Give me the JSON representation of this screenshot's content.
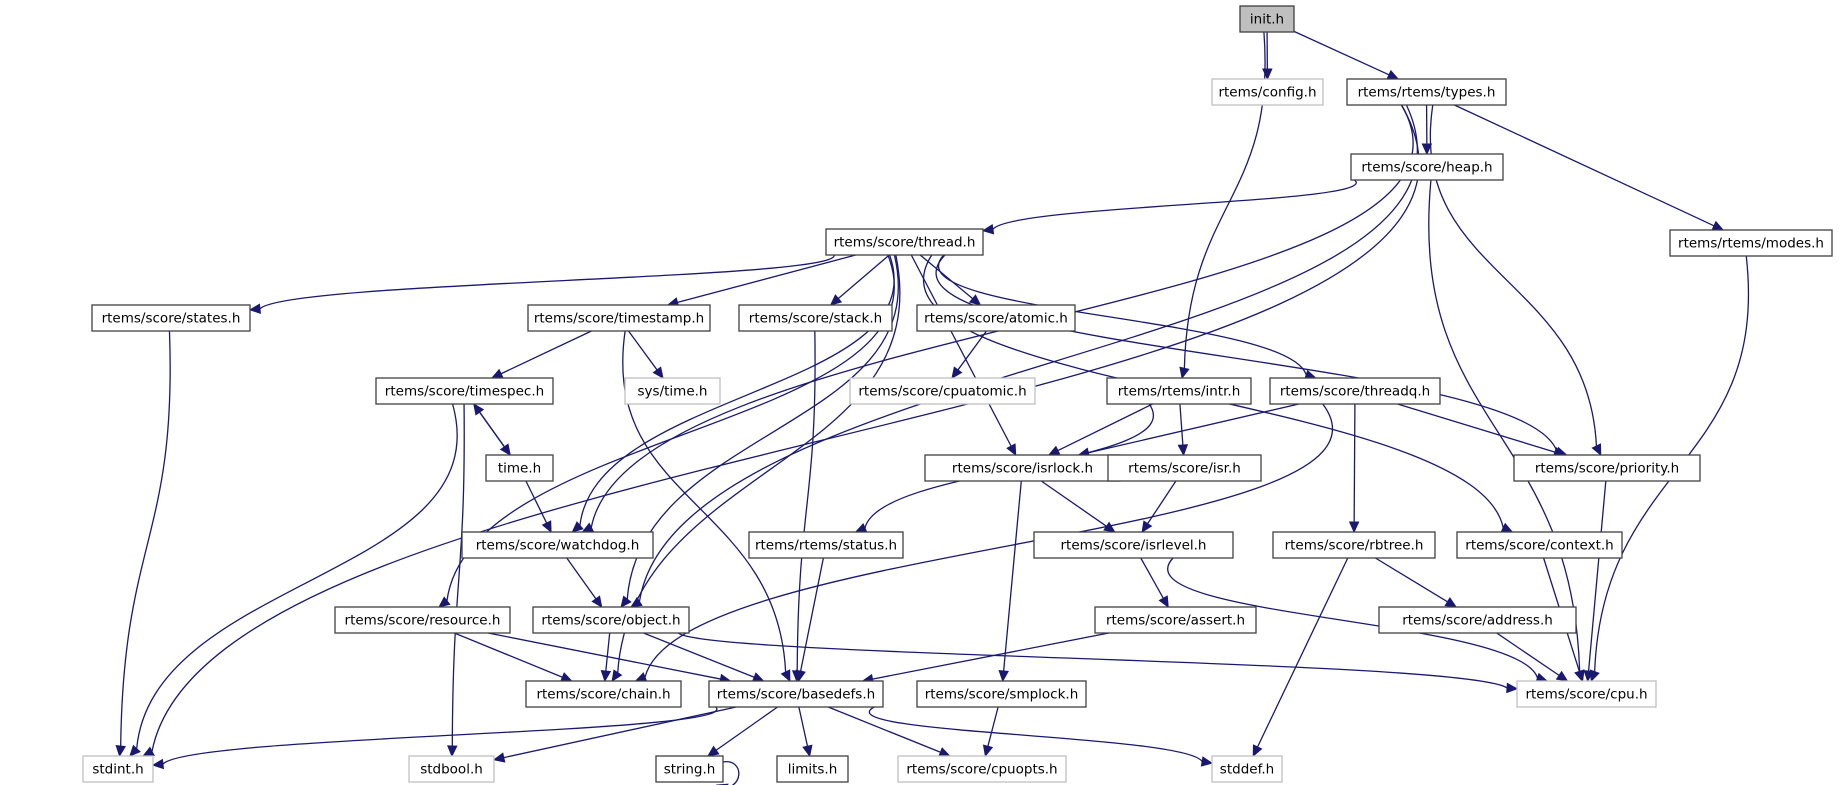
{
  "diagram": {
    "type": "include-dependency-graph",
    "root": "init.h",
    "colors": {
      "edge": "#191970",
      "internal_border": "#404040",
      "external_border": "#bfbfbf",
      "root_fill": "#bfbfbf"
    },
    "nodes": [
      {
        "id": "init",
        "label": "init.h",
        "kind": "root"
      },
      {
        "id": "config",
        "label": "rtems/config.h",
        "kind": "external"
      },
      {
        "id": "types",
        "label": "rtems/rtems/types.h",
        "kind": "internal"
      },
      {
        "id": "heap",
        "label": "rtems/score/heap.h",
        "kind": "internal"
      },
      {
        "id": "modes",
        "label": "rtems/rtems/modes.h",
        "kind": "internal"
      },
      {
        "id": "thread",
        "label": "rtems/score/thread.h",
        "kind": "internal"
      },
      {
        "id": "states",
        "label": "rtems/score/states.h",
        "kind": "internal"
      },
      {
        "id": "timestamp",
        "label": "rtems/score/timestamp.h",
        "kind": "internal"
      },
      {
        "id": "stack",
        "label": "rtems/score/stack.h",
        "kind": "internal"
      },
      {
        "id": "atomic",
        "label": "rtems/score/atomic.h",
        "kind": "internal"
      },
      {
        "id": "timespec",
        "label": "rtems/score/timespec.h",
        "kind": "internal"
      },
      {
        "id": "systime",
        "label": "sys/time.h",
        "kind": "external"
      },
      {
        "id": "cpuatomic",
        "label": "rtems/score/cpuatomic.h",
        "kind": "external"
      },
      {
        "id": "intr",
        "label": "rtems/rtems/intr.h",
        "kind": "internal"
      },
      {
        "id": "threadq",
        "label": "rtems/score/threadq.h",
        "kind": "internal"
      },
      {
        "id": "time",
        "label": "time.h",
        "kind": "internal"
      },
      {
        "id": "isrlock",
        "label": "rtems/score/isrlock.h",
        "kind": "internal"
      },
      {
        "id": "isr",
        "label": "rtems/score/isr.h",
        "kind": "internal"
      },
      {
        "id": "priority",
        "label": "rtems/score/priority.h",
        "kind": "internal"
      },
      {
        "id": "watchdog",
        "label": "rtems/score/watchdog.h",
        "kind": "internal"
      },
      {
        "id": "status",
        "label": "rtems/rtems/status.h",
        "kind": "internal"
      },
      {
        "id": "isrlevel",
        "label": "rtems/score/isrlevel.h",
        "kind": "internal"
      },
      {
        "id": "rbtree",
        "label": "rtems/score/rbtree.h",
        "kind": "internal"
      },
      {
        "id": "context",
        "label": "rtems/score/context.h",
        "kind": "internal"
      },
      {
        "id": "resource",
        "label": "rtems/score/resource.h",
        "kind": "internal"
      },
      {
        "id": "object",
        "label": "rtems/score/object.h",
        "kind": "internal"
      },
      {
        "id": "assert",
        "label": "rtems/score/assert.h",
        "kind": "internal"
      },
      {
        "id": "address",
        "label": "rtems/score/address.h",
        "kind": "internal"
      },
      {
        "id": "chain",
        "label": "rtems/score/chain.h",
        "kind": "internal"
      },
      {
        "id": "basedefs",
        "label": "rtems/score/basedefs.h",
        "kind": "internal"
      },
      {
        "id": "smplock",
        "label": "rtems/score/smplock.h",
        "kind": "internal"
      },
      {
        "id": "cpu",
        "label": "rtems/score/cpu.h",
        "kind": "external"
      },
      {
        "id": "stdint",
        "label": "stdint.h",
        "kind": "external"
      },
      {
        "id": "stdbool",
        "label": "stdbool.h",
        "kind": "external"
      },
      {
        "id": "string",
        "label": "string.h",
        "kind": "internal"
      },
      {
        "id": "limits",
        "label": "limits.h",
        "kind": "internal"
      },
      {
        "id": "cpuopts",
        "label": "rtems/score/cpuopts.h",
        "kind": "external"
      },
      {
        "id": "stddef",
        "label": "stddef.h",
        "kind": "external"
      }
    ],
    "edges": [
      [
        "init",
        "config"
      ],
      [
        "init",
        "types"
      ],
      [
        "init",
        "intr"
      ],
      [
        "types",
        "heap"
      ],
      [
        "types",
        "modes"
      ],
      [
        "types",
        "priority"
      ],
      [
        "types",
        "stdint"
      ],
      [
        "types",
        "object"
      ],
      [
        "types",
        "watchdog"
      ],
      [
        "heap",
        "thread"
      ],
      [
        "heap",
        "cpu"
      ],
      [
        "modes",
        "cpu"
      ],
      [
        "thread",
        "states"
      ],
      [
        "thread",
        "timestamp"
      ],
      [
        "thread",
        "stack"
      ],
      [
        "thread",
        "atomic"
      ],
      [
        "thread",
        "threadq"
      ],
      [
        "thread",
        "isrlock"
      ],
      [
        "thread",
        "priority"
      ],
      [
        "thread",
        "context"
      ],
      [
        "thread",
        "watchdog"
      ],
      [
        "thread",
        "object"
      ],
      [
        "thread",
        "resource"
      ],
      [
        "thread",
        "chain"
      ],
      [
        "states",
        "stdint"
      ],
      [
        "timestamp",
        "timespec"
      ],
      [
        "timestamp",
        "systime"
      ],
      [
        "timestamp",
        "basedefs"
      ],
      [
        "stack",
        "basedefs"
      ],
      [
        "atomic",
        "cpuatomic"
      ],
      [
        "timespec",
        "time"
      ],
      [
        "timespec",
        "stdint"
      ],
      [
        "timespec",
        "stdbool"
      ],
      [
        "time",
        "timespec"
      ],
      [
        "time",
        "watchdog"
      ],
      [
        "intr",
        "isrlock"
      ],
      [
        "intr",
        "isr"
      ],
      [
        "intr",
        "status"
      ],
      [
        "threadq",
        "isrlock"
      ],
      [
        "threadq",
        "priority"
      ],
      [
        "threadq",
        "rbtree"
      ],
      [
        "threadq",
        "chain"
      ],
      [
        "isrlock",
        "isrlevel"
      ],
      [
        "isrlock",
        "smplock"
      ],
      [
        "isr",
        "isrlevel"
      ],
      [
        "priority",
        "cpu"
      ],
      [
        "watchdog",
        "object"
      ],
      [
        "status",
        "basedefs"
      ],
      [
        "isrlevel",
        "assert"
      ],
      [
        "isrlevel",
        "cpu"
      ],
      [
        "rbtree",
        "address"
      ],
      [
        "rbtree",
        "stddef"
      ],
      [
        "context",
        "cpu"
      ],
      [
        "resource",
        "chain"
      ],
      [
        "resource",
        "basedefs"
      ],
      [
        "object",
        "chain"
      ],
      [
        "object",
        "basedefs"
      ],
      [
        "object",
        "cpu"
      ],
      [
        "assert",
        "basedefs"
      ],
      [
        "address",
        "cpu"
      ],
      [
        "basedefs",
        "stdint"
      ],
      [
        "basedefs",
        "stdbool"
      ],
      [
        "basedefs",
        "string"
      ],
      [
        "basedefs",
        "limits"
      ],
      [
        "basedefs",
        "cpuopts"
      ],
      [
        "basedefs",
        "stddef"
      ],
      [
        "smplock",
        "cpuopts"
      ],
      [
        "string",
        "string"
      ]
    ]
  }
}
